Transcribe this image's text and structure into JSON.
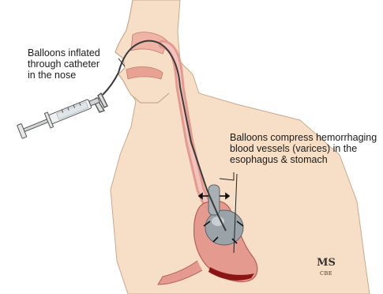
{
  "annotations": {
    "nose_label": "Balloons inflated\nthrough catheter\nin the nose",
    "vessels_label": "Balloons compress hemorrhaging\nblood vessels (varices) in the\nesophagus & stomach"
  },
  "signature": {
    "monogram": "MS",
    "initials": "CBE"
  },
  "colors": {
    "skin": "#f6dfc6",
    "skin_outline": "#c9a98c",
    "tissue": "#e59a90",
    "catheter": "#3a3a3a",
    "balloon": "#9aa3a8",
    "blood": "#8c1414"
  }
}
